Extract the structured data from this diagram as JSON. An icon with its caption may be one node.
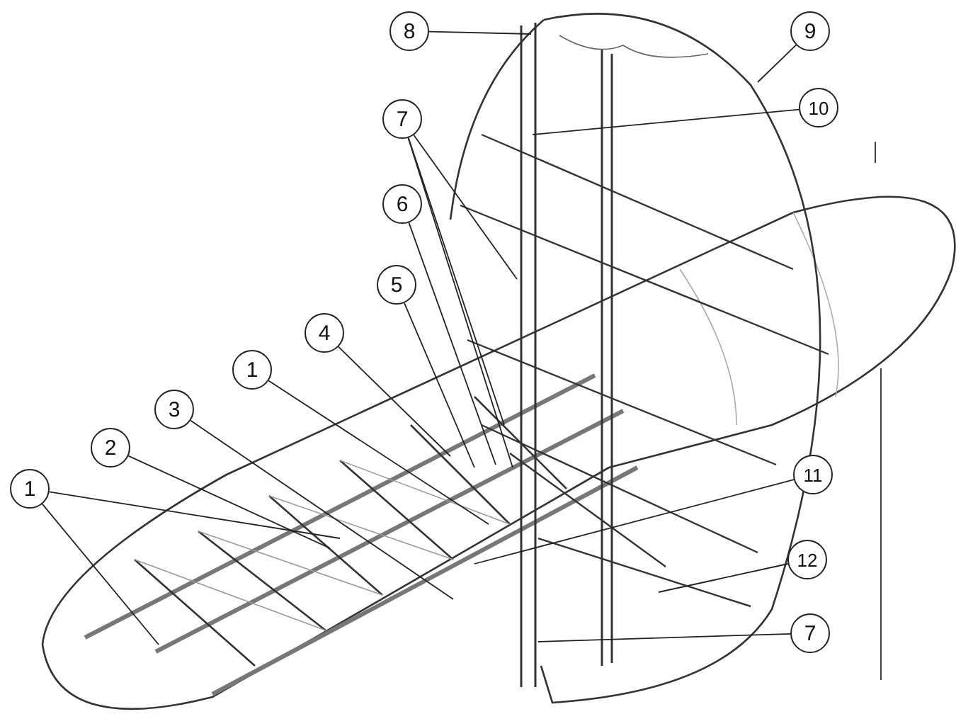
{
  "diagram": {
    "nodes": [
      {
        "text": [
          "8"
        ]
      },
      {
        "text": [
          "9"
        ]
      },
      {
        "text": [
          "10"
        ]
      },
      {
        "text": [
          "7"
        ]
      },
      {
        "text": [
          "6"
        ]
      },
      {
        "text": [
          "5"
        ]
      },
      {
        "text": [
          "4"
        ]
      },
      {
        "text": [
          "1"
        ]
      },
      {
        "text": [
          "3"
        ]
      },
      {
        "text": [
          "2"
        ]
      },
      {
        "text": [
          "1"
        ]
      },
      {
        "text": [
          "11"
        ]
      },
      {
        "text": [
          "12"
        ]
      },
      {
        "text": [
          "7"
        ]
      }
    ],
    "edges": [
      {
        "from": 0,
        "to": null,
        "arrow": "none"
      },
      {
        "from": 1,
        "to": null,
        "arrow": "none"
      },
      {
        "from": 2,
        "to": null,
        "arrow": "none"
      },
      {
        "from": 3,
        "to": null,
        "arrow": "none"
      },
      {
        "from": 3,
        "to": null,
        "arrow": "none"
      },
      {
        "from": 3,
        "to": null,
        "arrow": "none"
      },
      {
        "from": 4,
        "to": null,
        "arrow": "none"
      },
      {
        "from": 5,
        "to": null,
        "arrow": "none"
      },
      {
        "from": 6,
        "to": null,
        "arrow": "none"
      },
      {
        "from": 7,
        "to": null,
        "arrow": "none"
      },
      {
        "from": 8,
        "to": null,
        "arrow": "none"
      },
      {
        "from": 9,
        "to": null,
        "arrow": "none"
      },
      {
        "from": 10,
        "to": null,
        "arrow": "none"
      },
      {
        "from": 10,
        "to": null,
        "arrow": "none"
      },
      {
        "from": 11,
        "to": null,
        "arrow": "none"
      },
      {
        "from": 12,
        "to": null,
        "arrow": "none"
      },
      {
        "from": 13,
        "to": null,
        "arrow": "none"
      }
    ]
  }
}
